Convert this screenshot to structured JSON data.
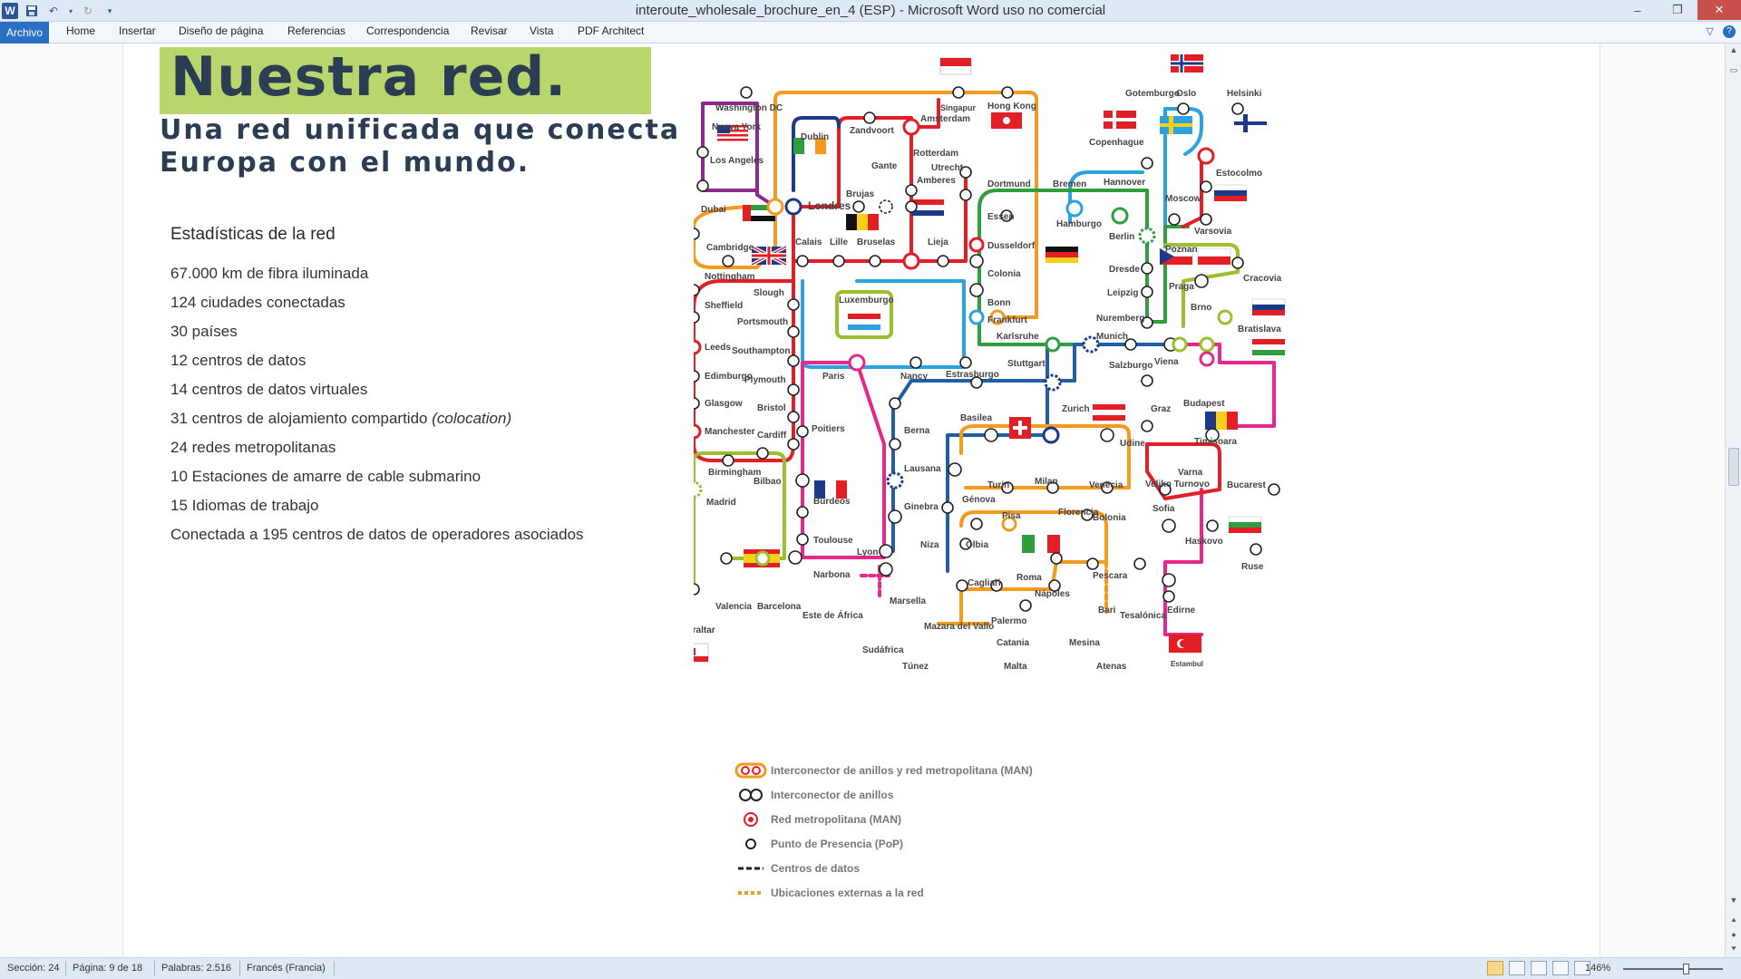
{
  "window": {
    "title": "interoute_wholesale_brochure_en_4 (ESP)  -  Microsoft Word uso no comercial",
    "app_icon": "W"
  },
  "ribbon": {
    "tabs": [
      "Archivo",
      "Home",
      "Insertar",
      "Diseño de página",
      "Referencias",
      "Correspondencia",
      "Revisar",
      "Vista",
      "PDF Architect"
    ]
  },
  "document": {
    "title": "Nuestra red.",
    "subtitle_line1": "Una red unificada que conecta",
    "subtitle_line2": "Europa con el mundo.",
    "stats_heading": "Estadísticas de la red",
    "stats": [
      "67.000 km de fibra iluminada",
      "124 ciudades conectadas",
      "30 países",
      "12 centros de datos",
      "14 centros de datos virtuales",
      "31 centros de alojamiento compartido ",
      "24 redes metropolitanas",
      "10 Estaciones de amarre de cable submarino",
      "15 Idiomas de trabajo",
      "Conectada a 195 centros de datos de operadores asociados"
    ],
    "stats_colocation_note": "(colocation)"
  },
  "map": {
    "colors": {
      "red": "#e31e24",
      "blue": "#1f5fa8",
      "lightblue": "#2aa3e0",
      "green": "#2e9e3f",
      "lime": "#9bbf2f",
      "orange": "#f39a1f",
      "magenta": "#e6288a",
      "purple": "#8e2a8c",
      "navy": "#1d3a8a"
    },
    "stations": {
      "washington": "Washington DC",
      "nueva_york": "Nueva York",
      "los_angeles": "Los Angeles",
      "dubai": "Dubai",
      "dublin": "Dublin",
      "londres": "Londres",
      "cambridge": "Cambridge",
      "nottingham": "Nottingham",
      "sheffield": "Sheffield",
      "leeds": "Leeds",
      "edimburgo": "Edimburgo",
      "glasgow": "Glasgow",
      "manchester": "Manchester",
      "birmingham": "Birmingham",
      "slough": "Slough",
      "portsmouth": "Portsmouth",
      "southampton": "Southampton",
      "plymouth": "Plymouth",
      "bristol": "Bristol",
      "cardiff": "Cardiff",
      "zandvoort": "Zandvoort",
      "amsterdam": "Amsterdam",
      "singapur": "Singapur",
      "hong_kong": "Hong Kong",
      "rotterdam": "Rotterdam",
      "utrecht": "Utrecht",
      "gante": "Gante",
      "amberes": "Amberes",
      "brujas": "Brujas",
      "calais": "Calais",
      "lille": "Lille",
      "bruselas": "Bruselas",
      "lieja": "Lieja",
      "luxemburgo": "Luxemburgo",
      "paris": "Paris",
      "nancy": "Nancy",
      "estrasburgo": "Estrasburgo",
      "poitiers": "Poitiers",
      "bilbao": "Bilbao",
      "burdeos": "Burdeos",
      "toulouse": "Toulouse",
      "narbona": "Narbona",
      "madrid": "Madrid",
      "valencia": "Valencia",
      "barcelona": "Barcelona",
      "gibraltar": "Gibraltar",
      "este_africa": "Este de África",
      "sudafrica": "Sudáfrica",
      "marsella": "Marsella",
      "lyon": "Lyon",
      "ginebra": "Ginebra",
      "lausana": "Lausana",
      "berna": "Berna",
      "basilea": "Basilea",
      "zurich": "Zurich",
      "dortmund": "Dortmund",
      "essen": "Essen",
      "dusseldorf": "Dusseldorf",
      "colonia": "Colonia",
      "bonn": "Bonn",
      "frankfurt": "Frankfurt",
      "karlsruhe": "Karlsruhe",
      "stuttgart": "Stuttgart",
      "munich": "Munich",
      "nuremberg": "Nuremberg",
      "bremen": "Bremen",
      "hamburgo": "Hamburgo",
      "hannover": "Hannover",
      "berlin": "Berlin",
      "dresde": "Dresde",
      "leipzig": "Leipzig",
      "copenhague": "Copenhague",
      "gotemburgo": "Gotemburgo",
      "oslo": "Oslo",
      "helsinki": "Helsinki",
      "estocolmo": "Estocolmo",
      "moscow": "Moscow",
      "varsovia": "Varsovia",
      "poznan": "Poznan",
      "praga": "Praga",
      "cracovia": "Cracovia",
      "brno": "Brno",
      "bratislava": "Bratislava",
      "viena": "Viena",
      "salzburgo": "Salzburgo",
      "graz": "Graz",
      "budapest": "Budapest",
      "timisoara": "Timisoara",
      "bucarest": "Bucarest",
      "varna": "Varna",
      "veliko": "Veliko Turnovo",
      "sofia": "Sofia",
      "haskovo": "Haskovo",
      "ruse": "Ruse",
      "edirne": "Edirne",
      "estambul": "Estambul",
      "udine": "Udine",
      "turin": "Turin",
      "milan": "Milan",
      "venecia": "Venecia",
      "genova": "Génova",
      "pisa": "Pisa",
      "florencia": "Florencia",
      "bolonia": "Bolonia",
      "niza": "Niza",
      "olbia": "Olbia",
      "cagliari": "Cagliari",
      "roma": "Roma",
      "pescara": "Pescara",
      "napoles": "Nápoles",
      "bari": "Bari",
      "palermo": "Palermo",
      "mazara": "Mazara del Vallo",
      "catania": "Catania",
      "mesina": "Mesina",
      "tesalonica": "Tesalónica",
      "atenas": "Atenas",
      "tunez": "Túnez",
      "malta": "Malta"
    }
  },
  "legend": [
    "Interconector de anillos y  red metropolitana (MAN)",
    "Interconector de anillos",
    "Red metropolitana (MAN)",
    "Punto de Presencia (PoP)",
    "Centros de datos",
    "Ubicaciones externas a la red"
  ],
  "statusbar": {
    "section": "Sección: 24",
    "page": "Página: 9 de 18",
    "words": "Palabras: 2.516",
    "language": "Francés (Francia)",
    "zoom": "146%"
  }
}
